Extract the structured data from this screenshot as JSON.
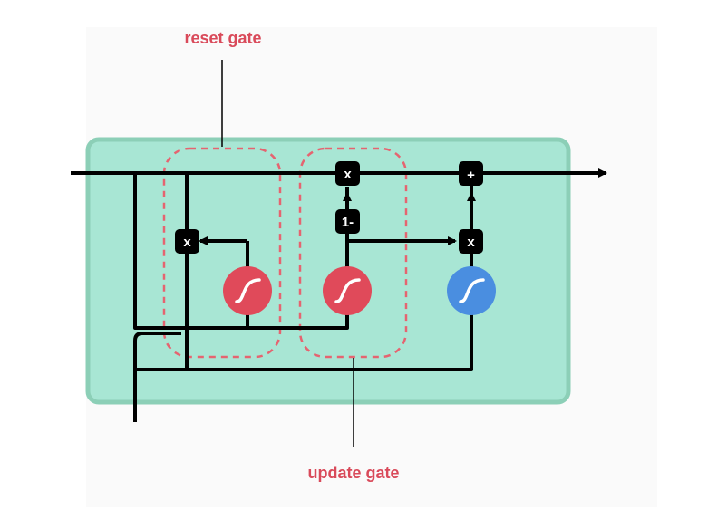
{
  "labels": {
    "reset_gate": "reset gate",
    "update_gate": "update gate"
  },
  "ops": {
    "reset_multiply": "x",
    "update_multiply_top": "x",
    "one_minus": "1-",
    "add": "+",
    "update_multiply_right": "x"
  },
  "colors": {
    "cell_fill": "#a8e6d4",
    "cell_border": "#8ccfb7",
    "sigmoid": "#e04a5a",
    "tanh": "#4a8ee0",
    "label": "#d94a5a",
    "line": "#000000",
    "panel_bg": "#fafafa"
  },
  "icons": {
    "sigmoid": "sigmoid-curve-icon",
    "tanh": "tanh-curve-icon"
  }
}
